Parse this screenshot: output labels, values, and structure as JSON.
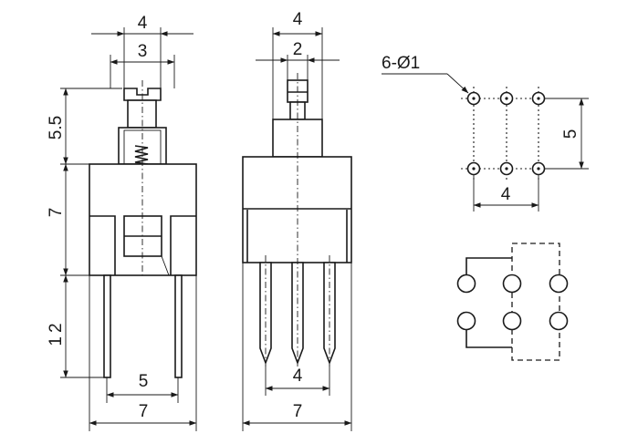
{
  "front_view": {
    "top_width_outer": "4",
    "top_width_inner": "3",
    "plunger_height": "5.5",
    "body_height": "7",
    "pin_length": "12",
    "pin_spacing": "5",
    "body_width": "7"
  },
  "side_view": {
    "top_width_outer": "4",
    "top_width_inner": "2",
    "pin_spacing": "4",
    "body_width": "7"
  },
  "hole_pattern": {
    "hole_callout": "6-Ø1",
    "row_spacing": "5",
    "column_spacing": "4"
  }
}
